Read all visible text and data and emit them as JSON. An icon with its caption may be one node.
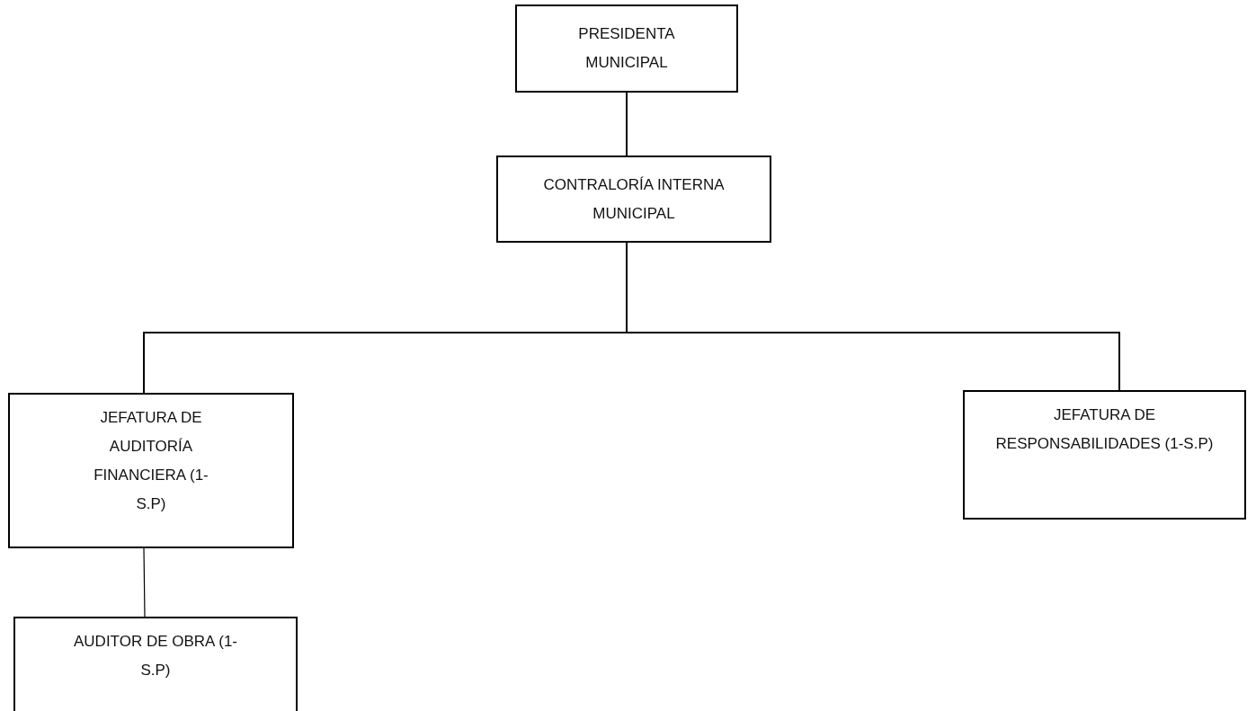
{
  "diagram": {
    "nodes": [
      {
        "text": [
          "PRESIDENTA MUNICIPAL"
        ]
      },
      {
        "text": [
          "CONTRALORÍA INTERNA MUNICIPAL"
        ]
      },
      {
        "text": [
          "JEFATURA DE AUDITORÍA FINANCIERA (1-S.P)"
        ]
      },
      {
        "text": [
          "JEFATURA DE RESPONSABILIDADES (1-S.P)"
        ]
      },
      {
        "text": [
          "AUDITOR DE OBRA (1-S.P)"
        ]
      }
    ],
    "edges": [
      {
        "from": 0,
        "to": 1,
        "arrow": "none"
      },
      {
        "from": 1,
        "to": 2,
        "arrow": "none"
      },
      {
        "from": 1,
        "to": 3,
        "arrow": "none"
      },
      {
        "from": 2,
        "to": 4,
        "arrow": "none"
      }
    ]
  }
}
